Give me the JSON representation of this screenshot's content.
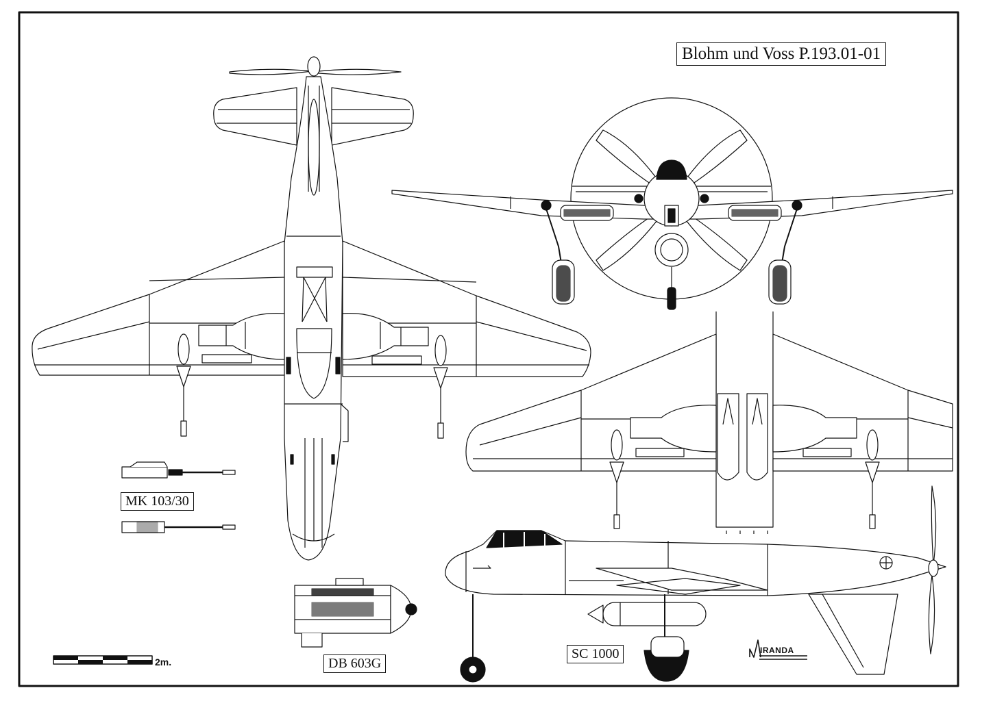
{
  "title": "Blohm und Voss P.193.01-01",
  "labels": {
    "cannon": "MK 103/30",
    "engine": "DB 603G",
    "bomb": "SC 1000"
  },
  "scale": {
    "label": "2m."
  },
  "signature": {
    "text": "IRANDA"
  },
  "colors": {
    "ink": "#111111",
    "paper": "#ffffff",
    "hatch": "#444444"
  }
}
